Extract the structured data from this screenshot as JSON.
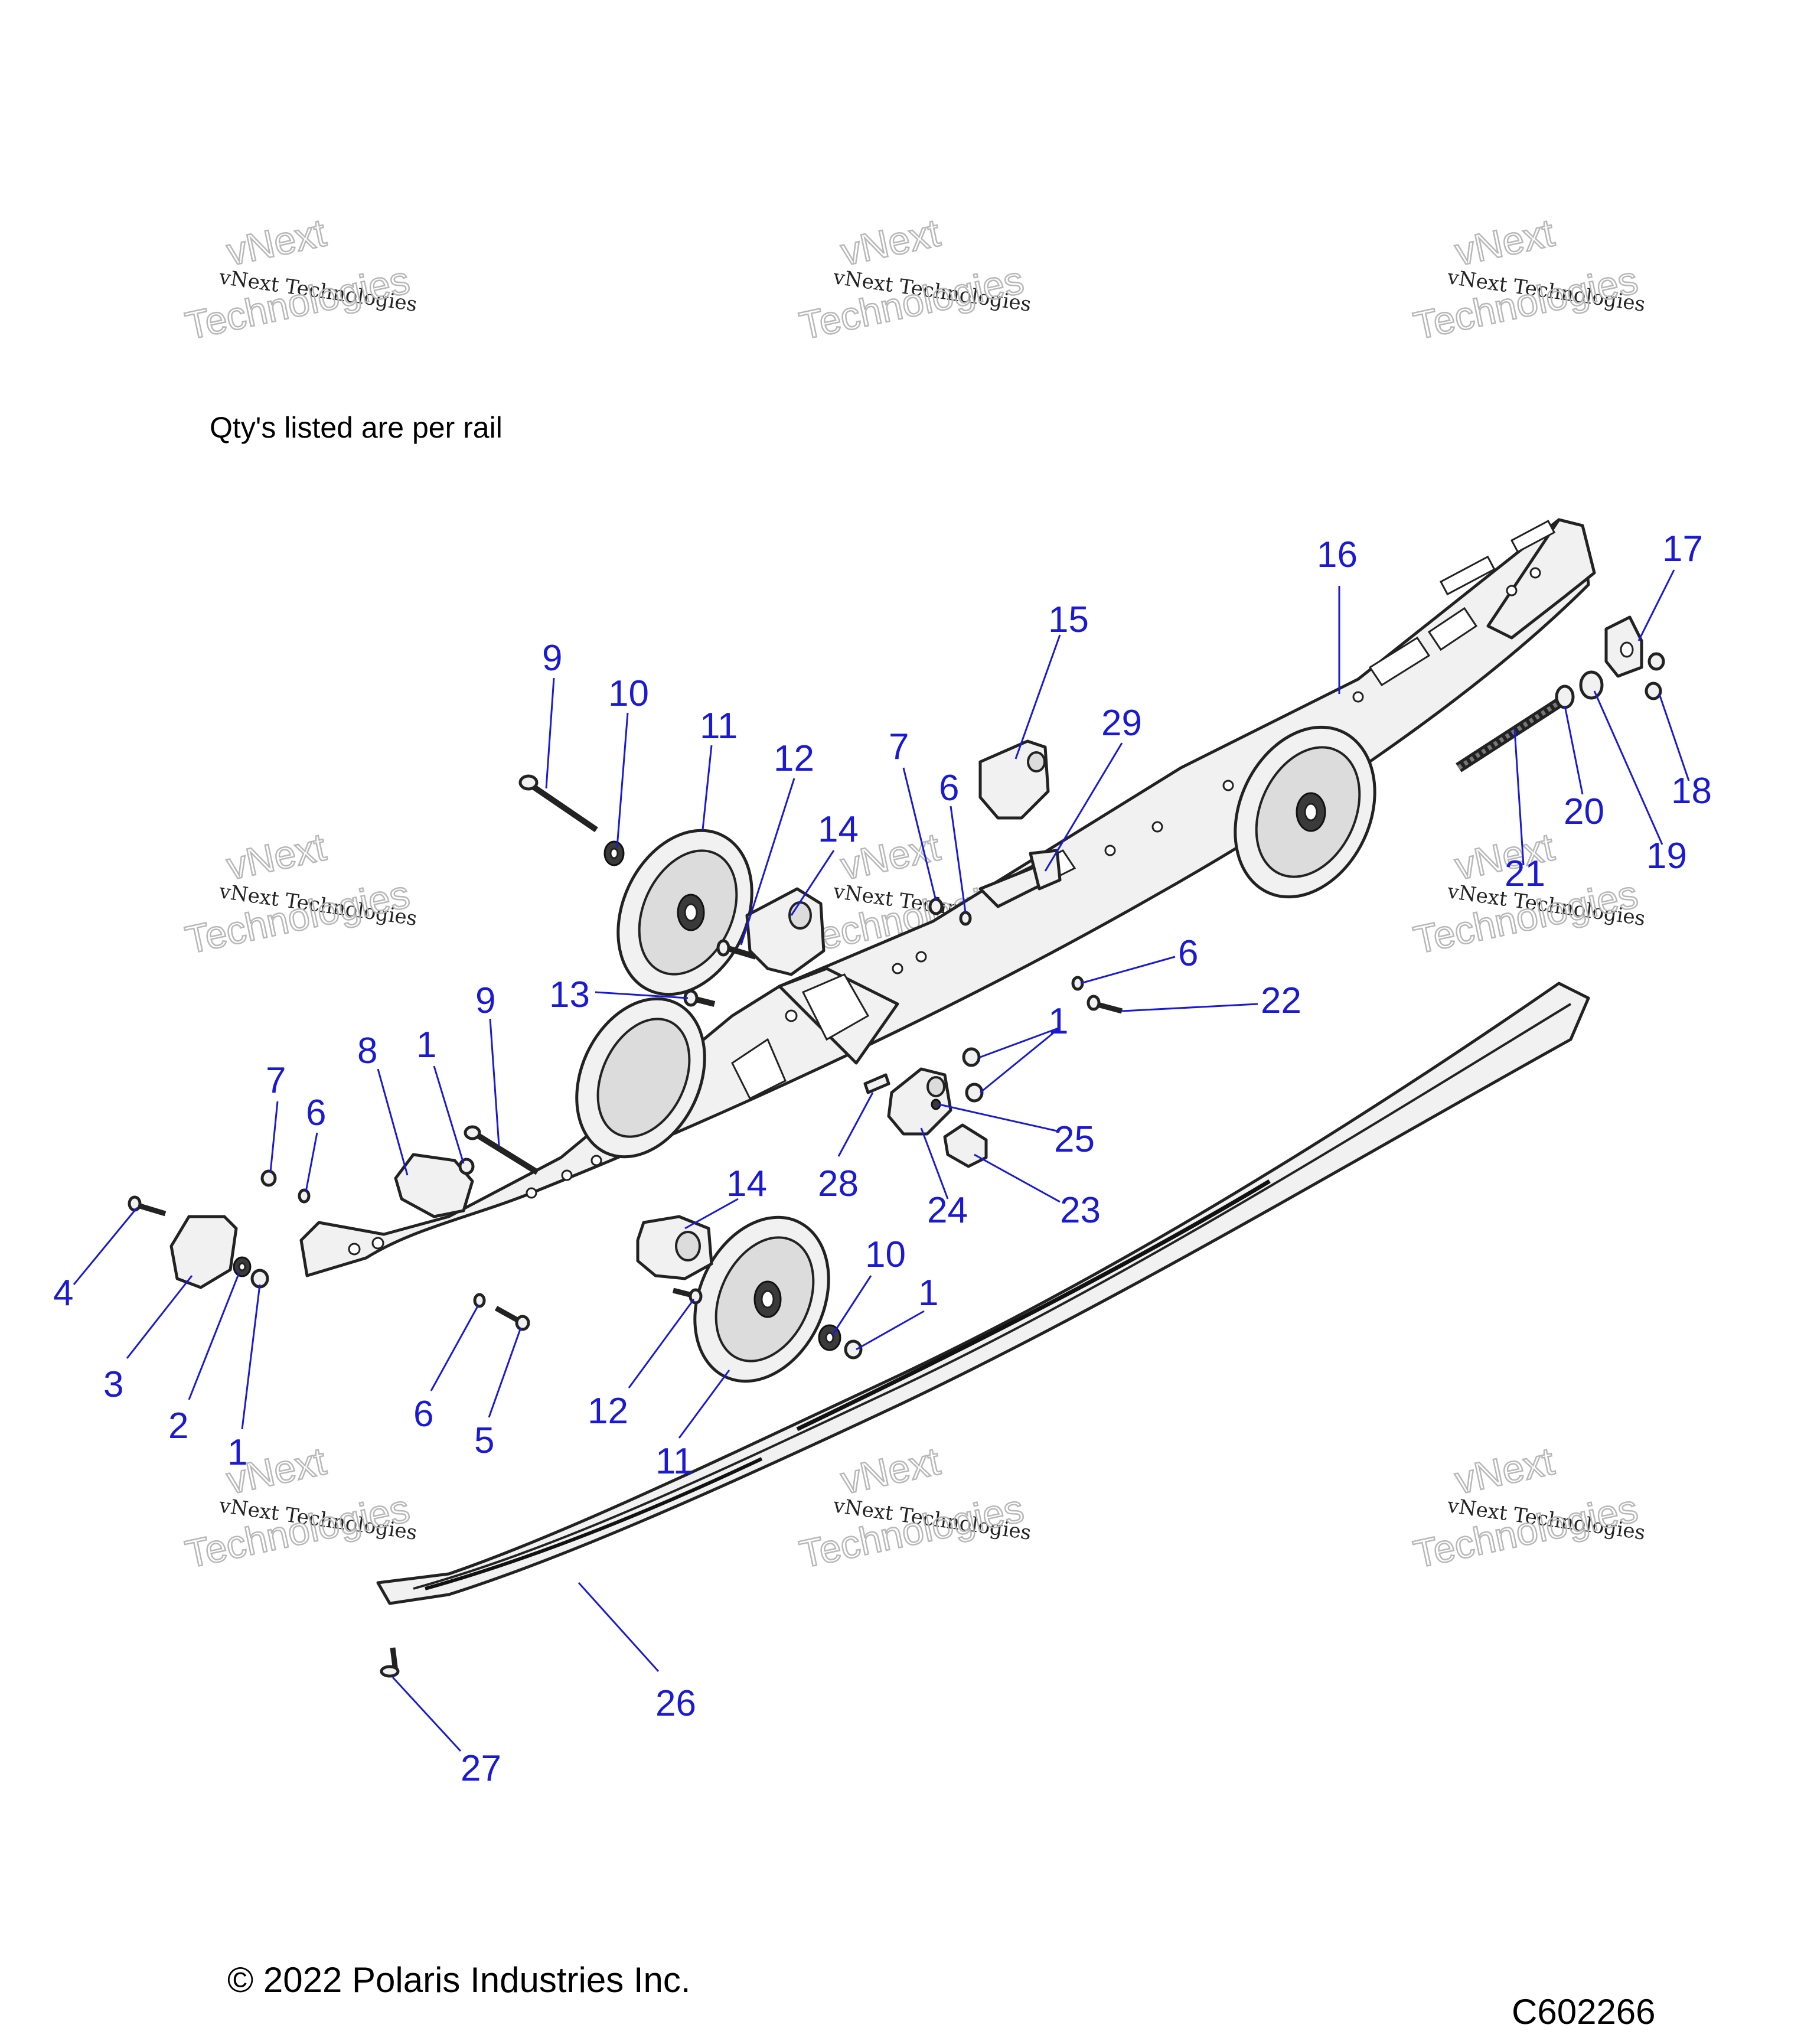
{
  "note": "Qty's listed are per rail",
  "copyright": "© 2022 Polaris Industries Inc.",
  "diagram_code": "C602266",
  "watermark": {
    "line1": "vNext",
    "line2": "vNext Technologies",
    "line3": "Technologies"
  },
  "callouts": [
    {
      "id": "c-16a",
      "label": "16"
    },
    {
      "id": "c-17",
      "label": "17"
    },
    {
      "id": "c-15",
      "label": "15"
    },
    {
      "id": "c-9a",
      "label": "9"
    },
    {
      "id": "c-10a",
      "label": "10"
    },
    {
      "id": "c-11a",
      "label": "11"
    },
    {
      "id": "c-12a",
      "label": "12"
    },
    {
      "id": "c-29",
      "label": "29"
    },
    {
      "id": "c-7a",
      "label": "7"
    },
    {
      "id": "c-6a",
      "label": "6"
    },
    {
      "id": "c-14a",
      "label": "14"
    },
    {
      "id": "c-18",
      "label": "18"
    },
    {
      "id": "c-20",
      "label": "20"
    },
    {
      "id": "c-19",
      "label": "19"
    },
    {
      "id": "c-21",
      "label": "21"
    },
    {
      "id": "c-13",
      "label": "13"
    },
    {
      "id": "c-6b",
      "label": "6"
    },
    {
      "id": "c-22",
      "label": "22"
    },
    {
      "id": "c-9b",
      "label": "9"
    },
    {
      "id": "c-1a",
      "label": "1"
    },
    {
      "id": "c-8",
      "label": "8"
    },
    {
      "id": "c-1b",
      "label": "1"
    },
    {
      "id": "c-7b",
      "label": "7"
    },
    {
      "id": "c-6c",
      "label": "6"
    },
    {
      "id": "c-25",
      "label": "25"
    },
    {
      "id": "c-28",
      "label": "28"
    },
    {
      "id": "c-24",
      "label": "24"
    },
    {
      "id": "c-23",
      "label": "23"
    },
    {
      "id": "c-14b",
      "label": "14"
    },
    {
      "id": "c-10b",
      "label": "10"
    },
    {
      "id": "c-4",
      "label": "4"
    },
    {
      "id": "c-1c",
      "label": "1"
    },
    {
      "id": "c-3",
      "label": "3"
    },
    {
      "id": "c-2",
      "label": "2"
    },
    {
      "id": "c-1d",
      "label": "1"
    },
    {
      "id": "c-6d",
      "label": "6"
    },
    {
      "id": "c-5",
      "label": "5"
    },
    {
      "id": "c-12b",
      "label": "12"
    },
    {
      "id": "c-11b",
      "label": "11"
    },
    {
      "id": "c-26",
      "label": "26"
    },
    {
      "id": "c-27",
      "label": "27"
    }
  ]
}
